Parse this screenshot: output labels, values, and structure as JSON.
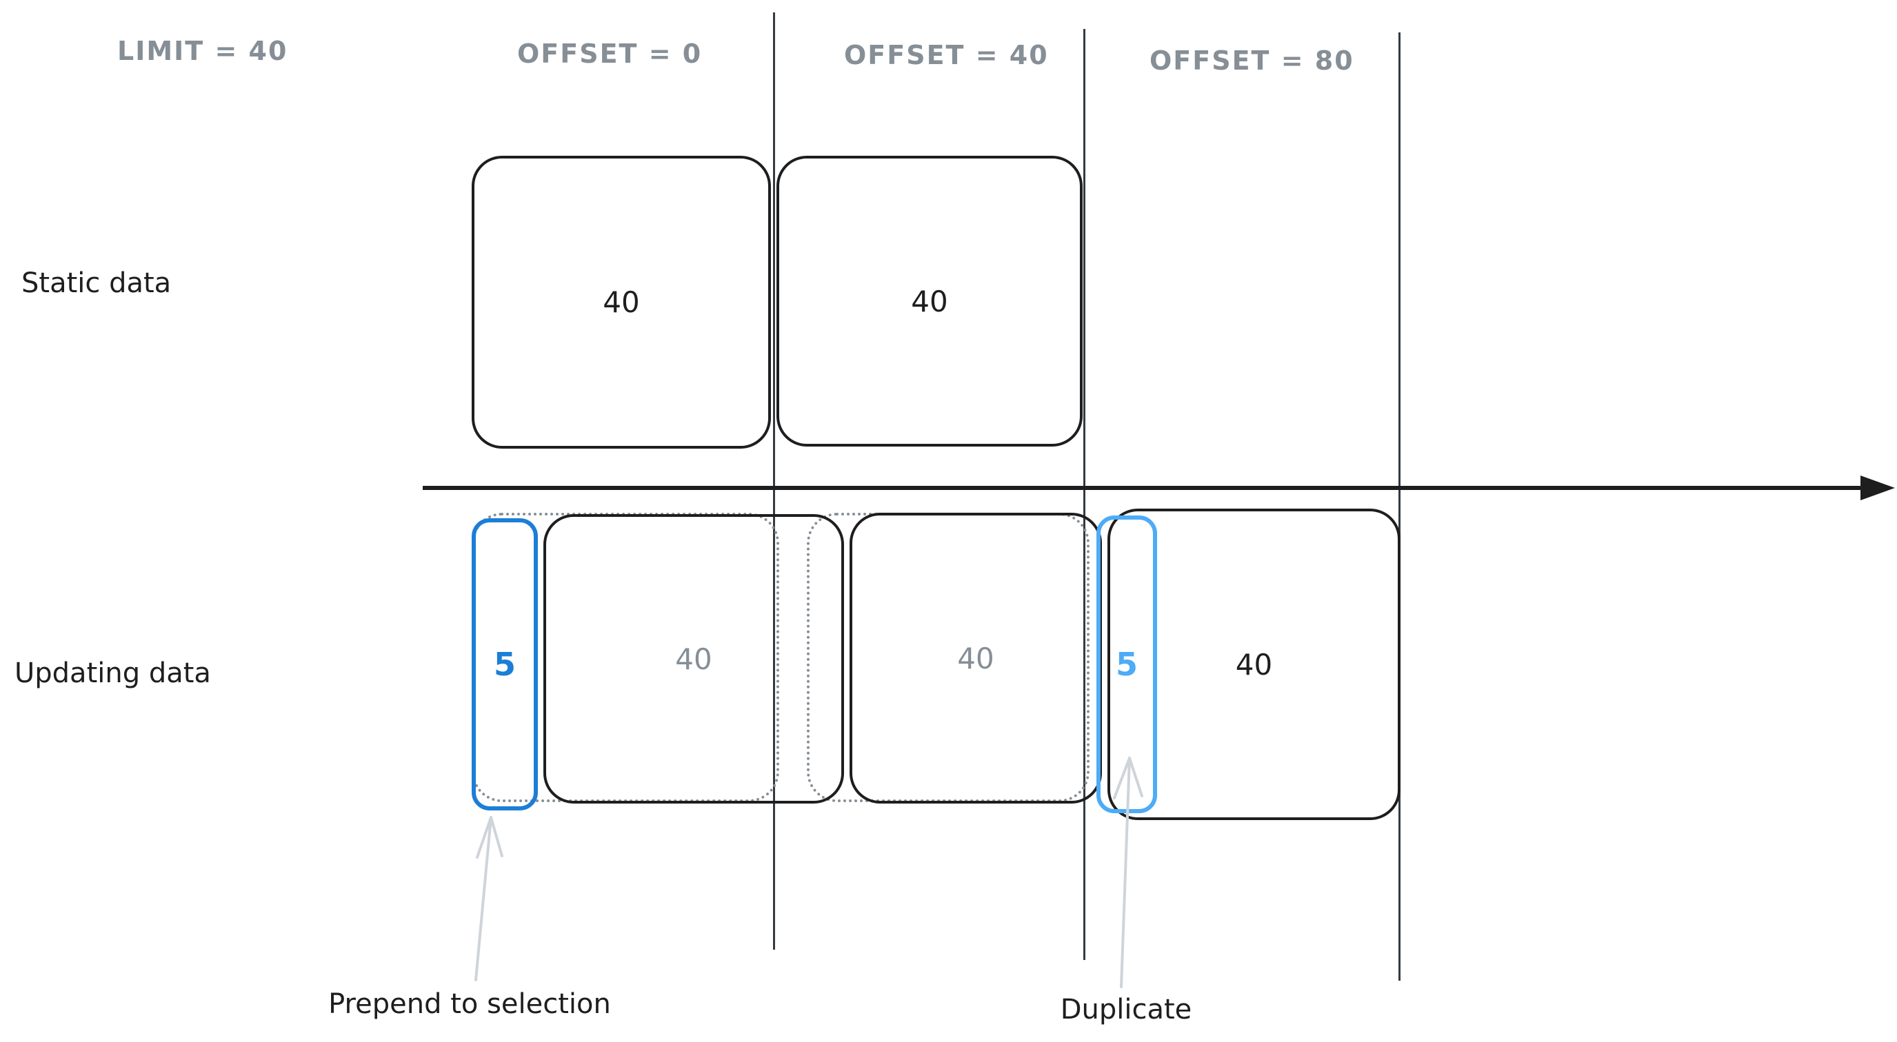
{
  "header": {
    "limit_label": "LIMIT = 40",
    "offset_labels": [
      "OFFSET = 0",
      "OFFSET = 40",
      "OFFSET = 80"
    ]
  },
  "row_labels": {
    "static": "Static data",
    "updating": "Updating data"
  },
  "static_row": {
    "page1_count": "40",
    "page2_count": "40"
  },
  "updating_row": {
    "prepended_count": "5",
    "page1_count": "40",
    "page2_count": "40",
    "duplicate_count": "5",
    "page3_count": "40"
  },
  "annotations": {
    "prepend": "Prepend to selection",
    "duplicate": "Duplicate"
  },
  "colors": {
    "ink": "#1e1e1e",
    "muted": "#868e96",
    "line": "#343a40",
    "blue-strong": "#1c7ed6",
    "blue-light": "#4dabf7",
    "arrow-light": "#ced4da",
    "bg": "#ffffff"
  }
}
